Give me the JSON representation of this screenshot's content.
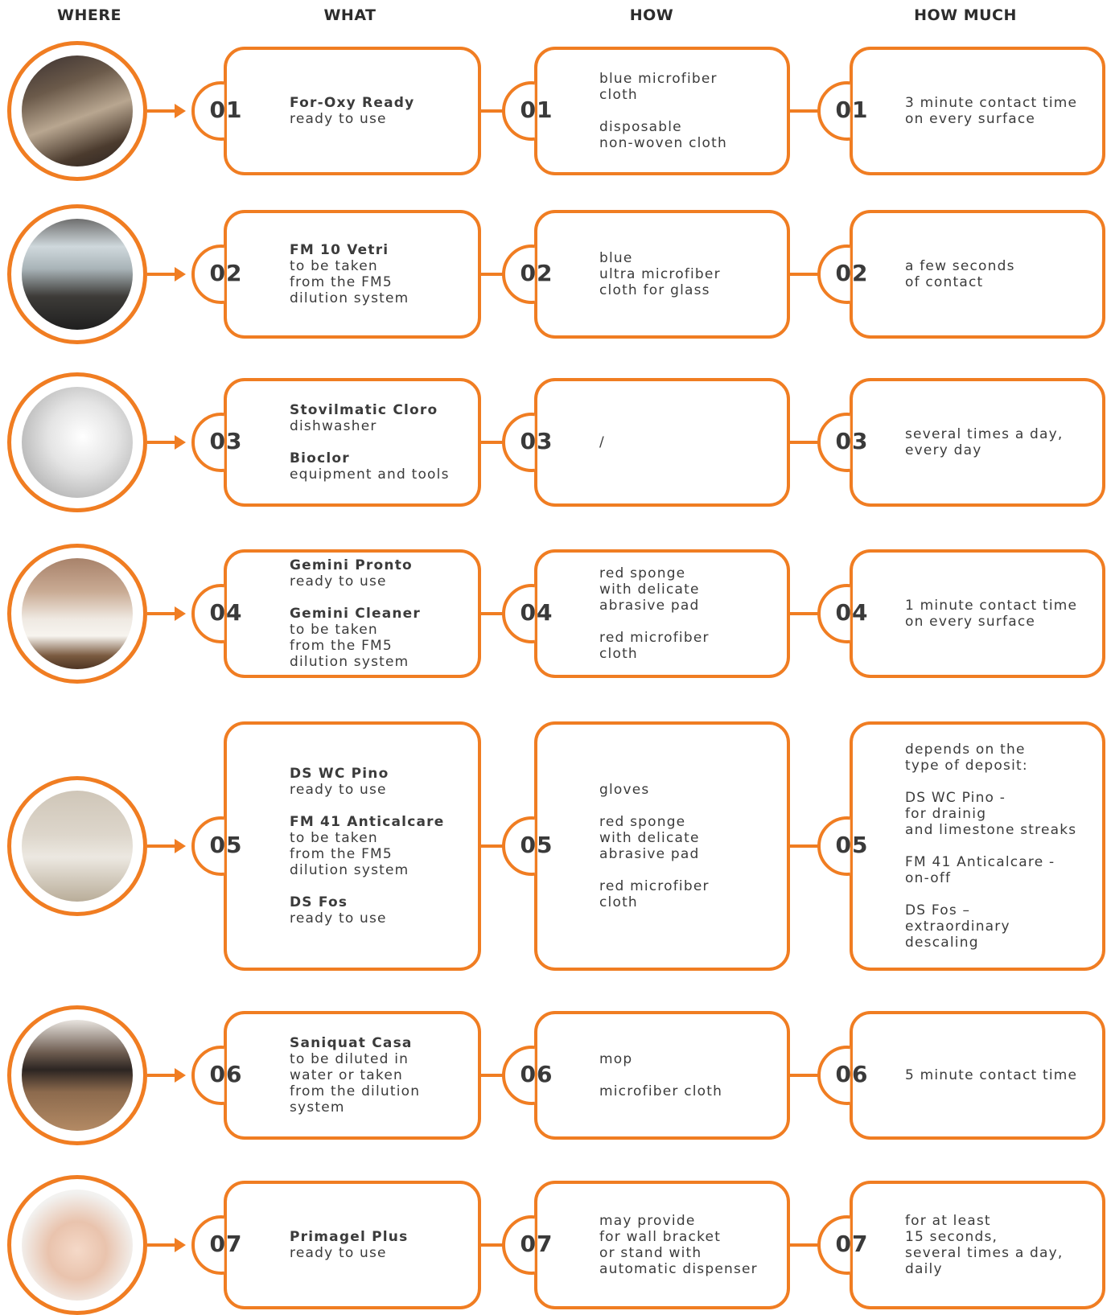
{
  "headers": {
    "where": "WHERE",
    "what": "WHAT",
    "how": "HOW",
    "how_much": "HOW MUCH"
  },
  "brand_color": "#f07d22",
  "rows": [
    {
      "number": "01",
      "photo": "restaurant-interior",
      "what": [
        {
          "bold": "For-Oxy Ready",
          "text": "ready to use"
        }
      ],
      "how": [
        "blue microfiber\ncloth",
        "disposable\nnon-woven cloth"
      ],
      "how_much": [
        "3 minute contact time\non every surface"
      ]
    },
    {
      "number": "02",
      "photo": "dining-room-windows",
      "what": [
        {
          "bold": "FM 10 Vetri",
          "text": "to be taken\nfrom the FM5\ndilution system"
        }
      ],
      "how": [
        "blue\nultra microfiber\ncloth for glass"
      ],
      "how_much": [
        "a few seconds\nof contact"
      ]
    },
    {
      "number": "03",
      "photo": "dishes-and-cutlery",
      "what": [
        {
          "bold": "Stovilmatic Cloro",
          "text": "dishwasher"
        },
        {
          "bold": "Bioclor",
          "text": "equipment and tools"
        }
      ],
      "how": [
        "/"
      ],
      "how_much": [
        "several times a day,\nevery day"
      ]
    },
    {
      "number": "04",
      "photo": "bathroom-sinks",
      "what": [
        {
          "bold": "Gemini Pronto",
          "text": "ready to use"
        },
        {
          "bold": "Gemini Cleaner",
          "text": "to be taken\nfrom the FM5\ndilution system"
        }
      ],
      "how": [
        "red sponge\nwith delicate\nabrasive pad",
        "red microfiber\ncloth"
      ],
      "how_much": [
        "1 minute contact time\non every surface"
      ]
    },
    {
      "number": "05",
      "photo": "toilet-with-grab-bars",
      "what": [
        {
          "bold": "DS WC Pino",
          "text": "ready to use"
        },
        {
          "bold": "FM 41 Anticalcare",
          "text": "to be taken\nfrom the FM5\ndilution system"
        },
        {
          "bold": "DS Fos",
          "text": "ready to use"
        }
      ],
      "how": [
        "gloves",
        "red sponge\nwith delicate\nabrasive pad",
        "red microfiber\ncloth"
      ],
      "how_much": [
        "depends on the\ntype of deposit:",
        "DS WC Pino -\nfor drainig\nand limestone streaks",
        "FM 41 Anticalcare -\non-off",
        "DS Fos –\nextraordinary\ndescaling"
      ]
    },
    {
      "number": "06",
      "photo": "bar-stools-wood-floor",
      "what": [
        {
          "bold": "Saniquat Casa",
          "text": "to be diluted in\nwater or taken\nfrom the dilution\nsystem"
        }
      ],
      "how": [
        "mop",
        "microfiber cloth"
      ],
      "how_much": [
        "5 minute contact time"
      ]
    },
    {
      "number": "07",
      "photo": "hands-washing",
      "what": [
        {
          "bold": "Primagel Plus",
          "text": "ready to use"
        }
      ],
      "how": [
        "may provide\nfor wall bracket\nor stand with\nautomatic dispenser"
      ],
      "how_much": [
        "for at least\n15 seconds,\nseveral times a day,\ndaily"
      ]
    }
  ]
}
